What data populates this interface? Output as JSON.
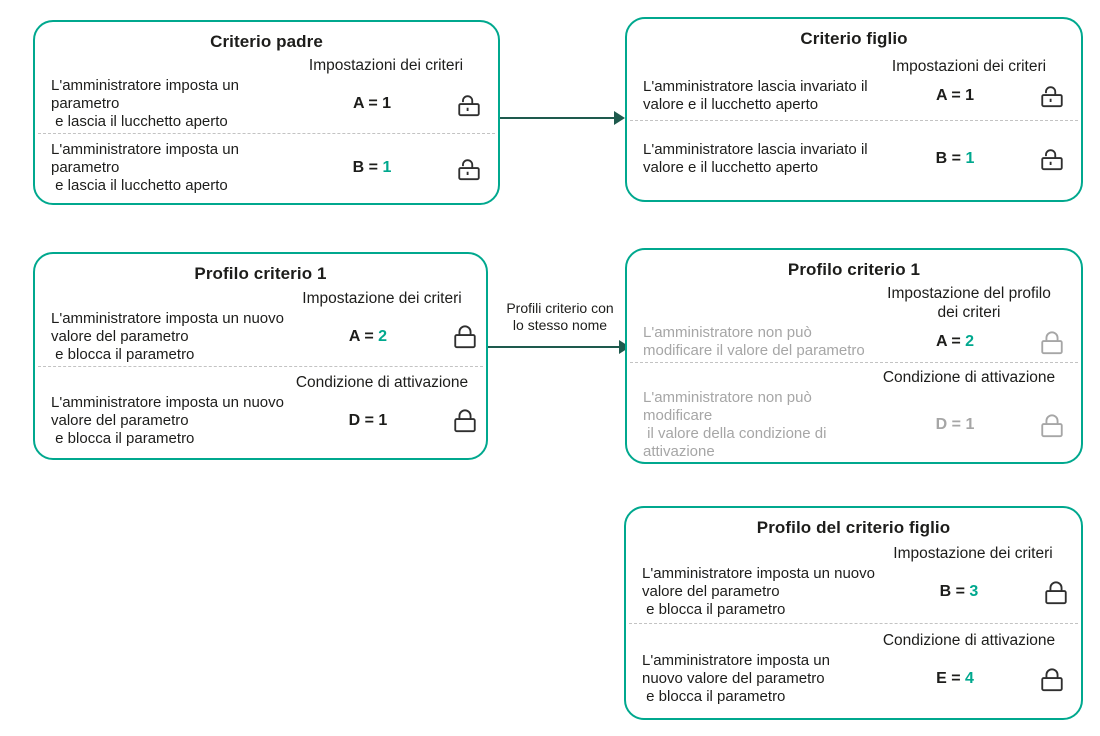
{
  "colors": {
    "teal": "#00a88e",
    "arrow_green": "#1e5a4d",
    "ink": "#1d1d1b",
    "muted_gray": "#a6a6a6",
    "divider_gray": "#c3c3c3",
    "lock_dark": "#2f2f2f"
  },
  "arrows": {
    "parent_to_child_label": "",
    "profile_to_profile_label": "Profili criterio con\nlo stesso nome"
  },
  "boxes": [
    {
      "title": "Criterio padre",
      "sections": [
        {
          "subtitle": "Impostazioni dei criteri",
          "desc": "L'amministratore imposta un\nparametro\n e lascia il lucchetto aperto",
          "value_label": "A =",
          "value_num": "1",
          "lock_icon": "open-padlock"
        },
        {
          "subtitle": "",
          "desc": "L'amministratore imposta un\nparametro\n e lascia il lucchetto aperto",
          "value_label": "B =",
          "value_num": "1",
          "lock_icon": "open-padlock"
        }
      ]
    },
    {
      "title": "Criterio figlio",
      "sections": [
        {
          "subtitle": "Impostazioni dei criteri",
          "desc": "L'amministratore lascia invariato il\nvalore e il lucchetto aperto",
          "value_label": "A =",
          "value_num": "1",
          "lock_icon": "open-padlock"
        },
        {
          "subtitle": "",
          "desc": "L'amministratore lascia invariato il\nvalore e il lucchetto aperto",
          "value_label": "B =",
          "value_num": "1",
          "lock_icon": "open-padlock"
        }
      ]
    },
    {
      "title": "Profilo criterio 1",
      "sections": [
        {
          "subtitle": "Impostazione dei criteri",
          "desc": "L'amministratore imposta un nuovo\nvalore del parametro\n e blocca il parametro",
          "value_label": "A =",
          "value_num": "2",
          "lock_icon": "closed-padlock"
        },
        {
          "subtitle": "Condizione di attivazione",
          "desc": "L'amministratore imposta un nuovo\nvalore del parametro\n e blocca il parametro",
          "value_label": "D =",
          "value_num": "1",
          "lock_icon": "closed-padlock"
        }
      ]
    },
    {
      "title": "Profilo criterio 1",
      "sections": [
        {
          "subtitle": "Impostazione del profilo\ndei criteri",
          "desc": "L'amministratore non può\nmodificare il valore del parametro",
          "value_label": "A =",
          "value_num": "2",
          "lock_icon": "closed-padlock"
        },
        {
          "subtitle": "Condizione di attivazione",
          "desc": "L'amministratore non può\nmodificare\n il valore della condizione di\nattivazione",
          "value_label": "D =",
          "value_num": "1",
          "lock_icon": "closed-padlock"
        }
      ]
    },
    {
      "title": "Profilo del criterio figlio",
      "sections": [
        {
          "subtitle": "Impostazione dei criteri",
          "desc": "L'amministratore imposta un nuovo\nvalore del parametro\n e blocca il parametro",
          "value_label": "B =",
          "value_num": "3",
          "lock_icon": "closed-padlock"
        },
        {
          "subtitle": "Condizione di attivazione",
          "desc": "L'amministratore imposta un\nnuovo valore del parametro\n e blocca il parametro",
          "value_label": "E =",
          "value_num": "4",
          "lock_icon": "closed-padlock"
        }
      ]
    }
  ]
}
